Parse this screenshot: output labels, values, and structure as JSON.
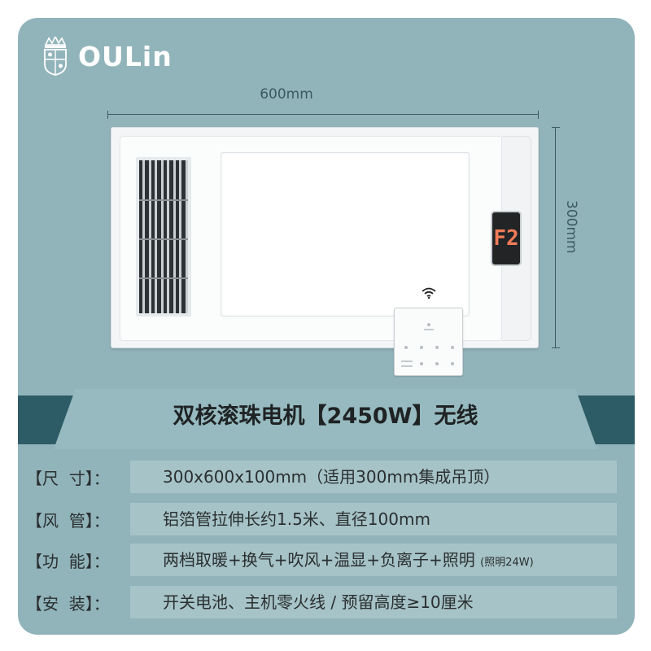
{
  "brand": {
    "name": "OULin",
    "crest": "crown-shield-crest"
  },
  "dimensions": {
    "width_label": "600mm",
    "height_label": "300mm"
  },
  "product": {
    "display_readout": "F2",
    "remote_icon": "wifi-icon"
  },
  "banner": {
    "title": "双核滚珠电机【2450W】无线"
  },
  "specs": [
    {
      "label": "【尺  寸】：",
      "value": "300x600x100mm（适用300mm集成吊顶）",
      "note": ""
    },
    {
      "label": "【风  管】：",
      "value": "铝箔管拉伸长约1.5米、直径100mm",
      "note": ""
    },
    {
      "label": "【功  能】：",
      "value": "两档取暖+换气+吹风+温显+负离子+照明",
      "note": "(照明24W)"
    },
    {
      "label": "【安  装】：",
      "value": "开关电池、主机零火线 / 预留高度≥10厘米",
      "note": ""
    }
  ],
  "colors": {
    "background": "#91b4ba",
    "banner_dark": "#2e5c66",
    "row_box": "#a6c3c7",
    "display_digit": "#f07c58"
  }
}
